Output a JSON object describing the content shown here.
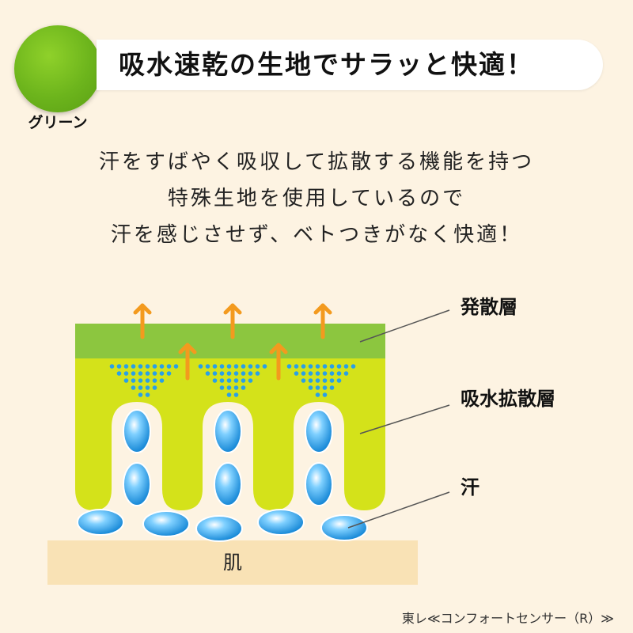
{
  "color_swatch": {
    "label": "グリーン",
    "color": "#6cb41c"
  },
  "headline": "吸水速乾の生地でサラッと快適！",
  "description": [
    "汗をすばやく吸収して拡散する機能を持つ",
    "特殊生地を使用しているので",
    "汗を感じさせず、ベトつきがなく快適！"
  ],
  "diagram": {
    "labels": {
      "diffusion_layer": "発散層",
      "absorption_layer": "吸水拡散層",
      "sweat": "汗",
      "skin": "肌"
    },
    "colors": {
      "diffusion_layer": "#8cc63f",
      "absorption_layer": "#d4e21a",
      "arrow": "#f39a1e",
      "droplet": "#2aa0e6",
      "skin": "#f9e2b5"
    }
  },
  "footer": "東レ≪コンフォートセンサー（R）≫"
}
